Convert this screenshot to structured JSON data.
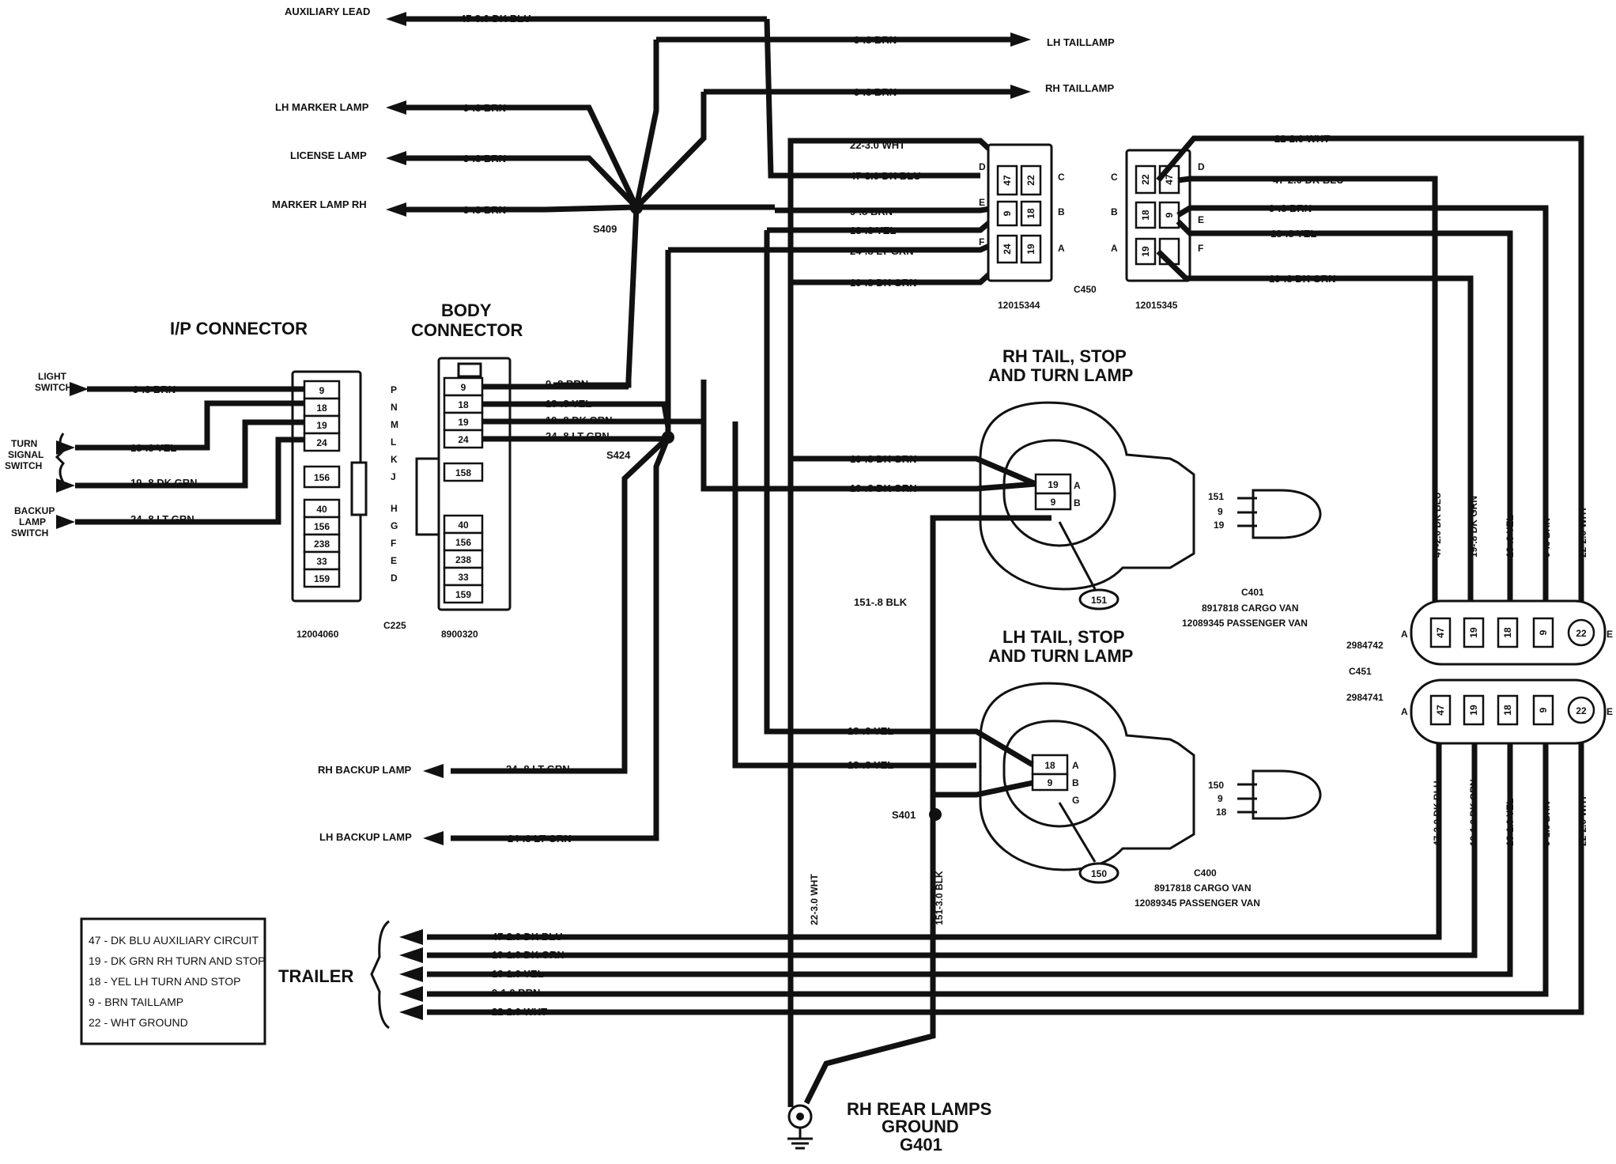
{
  "left_outputs": {
    "aux_lead": {
      "dest": "AUXILIARY LEAD",
      "wire": "47-3.0 DK BLU"
    },
    "lh_marker": {
      "dest": "LH MARKER LAMP",
      "wire": "9-.8 BRN"
    },
    "license": {
      "dest": "LICENSE LAMP",
      "wire": "9-.8 BRN"
    },
    "marker_rh": {
      "dest": "MARKER LAMP RH",
      "wire": "9-.8 BRN"
    },
    "splice_s409": "S409",
    "rh_backup": {
      "dest": "RH BACKUP LAMP",
      "wire": "24-.8 LT GRN"
    },
    "lh_backup": {
      "dest": "LH BACKUP LAMP",
      "wire": "24-.8 LT GRN"
    }
  },
  "taillamps": {
    "lh": {
      "dest": "LH TAILLAMP",
      "wire": "9-.8 BRN"
    },
    "rh": {
      "dest": "RH TAILLAMP",
      "wire": "9-.8 BRN"
    }
  },
  "ip_connector": {
    "title": "I/P CONNECTOR",
    "part": "12004060",
    "cavities": [
      "9",
      "18",
      "19",
      "24",
      "156",
      "40",
      "156",
      "238",
      "33",
      "159"
    ],
    "inputs": [
      {
        "source": "LIGHT SWITCH",
        "wire": "9-.8 BRN"
      },
      {
        "source": "TURN SIGNAL SWITCH",
        "wire": "18-.8 YEL"
      },
      {
        "source": "",
        "wire": "19-.8 DK GRN"
      },
      {
        "source": "BACKUP LAMP SWITCH",
        "wire": "24-.8 LT GRN"
      }
    ],
    "light_switch": [
      "LIGHT",
      "SWITCH"
    ],
    "turn_switch": [
      "TURN",
      "SIGNAL",
      "SWITCH"
    ],
    "backup_switch": [
      "BACKUP",
      "LAMP",
      "SWITCH"
    ]
  },
  "body_connector": {
    "title_line1": "BODY",
    "title_line2": "CONNECTOR",
    "part": "8900320",
    "connector_id": "C225",
    "letters": [
      "P",
      "N",
      "M",
      "L",
      "K",
      "J",
      "H",
      "G",
      "F",
      "E",
      "D"
    ],
    "cavities": [
      "9",
      "18",
      "19",
      "24",
      "158",
      "40",
      "156",
      "238",
      "33",
      "159"
    ],
    "wires": [
      "9-.8 BRN",
      "18-.8 YEL",
      "19-.8 DK GRN",
      "24-.8 LT GRN"
    ],
    "splice": "S424"
  },
  "c450": {
    "id": "C450",
    "left_part": "12015344",
    "right_part": "12015345",
    "left_wires": [
      "22-3.0 WHT",
      "47-3.0 DK BLU",
      "9-.8 BRN",
      "18-.8 YEL",
      "24-.8 LT GRN",
      "19-.8 DK GRN"
    ],
    "right_wires": [
      "22-2.0 WHT",
      "47-2.0 DK BLU",
      "9-.8 BRN",
      "18-.8 YEL",
      "19-.8 DK GRN"
    ],
    "left_letters": [
      "D",
      "E",
      "F",
      "C",
      "B",
      "A"
    ],
    "right_letters": [
      "C",
      "B",
      "A",
      "D",
      "E",
      "F"
    ],
    "left_cells": [
      "47",
      "22",
      "9",
      "18",
      "24",
      "19"
    ],
    "right_cells": [
      "22",
      "47",
      "18",
      "9",
      "19"
    ]
  },
  "rh_lamp": {
    "title_line1": "RH TAIL, STOP",
    "title_line2": "AND TURN LAMP",
    "connector": "C401",
    "cargo": "8917818 CARGO VAN",
    "passenger": "12089345 PASSENGER VAN",
    "wires": [
      "19-.8 DK GRN",
      "19-.8 DK GRN"
    ],
    "pins": [
      "19",
      "9"
    ],
    "pin_letters": [
      "A",
      "B"
    ],
    "bulb_label": "151",
    "bulb_pins": [
      "151",
      "9",
      "19"
    ],
    "ground_wire": "151-.8 BLK"
  },
  "lh_lamp": {
    "title_line1": "LH TAIL, STOP",
    "title_line2": "AND TURN LAMP",
    "connector": "C400",
    "cargo": "8917818 CARGO VAN",
    "passenger": "12089345 PASSENGER VAN",
    "wires": [
      "18-.8 YEL",
      "18-.8 YEL"
    ],
    "pins": [
      "18",
      "9"
    ],
    "pin_letters": [
      "A",
      "B",
      "G"
    ],
    "bulb_label": "150",
    "bulb_pins": [
      "150",
      "9",
      "18"
    ],
    "splice": "S401"
  },
  "c451": {
    "id": "C451",
    "upper_part": "2984742",
    "lower_part": "2984741",
    "cells": [
      "47",
      "19",
      "18",
      "9",
      "22"
    ],
    "end_letters": [
      "A",
      "E"
    ],
    "upper_wires": [
      "47-2.0 DK BLU",
      "19-.8 DK GRN",
      "18-.8 YEL",
      "9-.8 BRN",
      "22-2.0 WHT"
    ],
    "lower_wires": [
      "47-2.0 DK BLU",
      "19-1.0 DK GRN",
      "18-1.0 YEL",
      "9-1.0 BRN",
      "22-2.0 WHT"
    ]
  },
  "trailer": {
    "label": "TRAILER",
    "wires": [
      "47-2.0 DK BLU",
      "19-1.0 DK GRN",
      "18-1.0 YEL",
      "9-1.0 BRN",
      "22-2.0 WHT"
    ]
  },
  "legend": [
    "47 - DK BLU AUXILIARY CIRCUIT",
    "19 - DK GRN RH TURN AND STOP",
    "18 - YEL LH TURN AND STOP",
    "9 - BRN TAILLAMP",
    "22 - WHT GROUND"
  ],
  "ground": {
    "line1": "RH REAR LAMPS",
    "line2": "GROUND",
    "line3": "G401",
    "vertical_wires": [
      "22-3.0 WHT",
      "151-3.0 BLK"
    ]
  }
}
